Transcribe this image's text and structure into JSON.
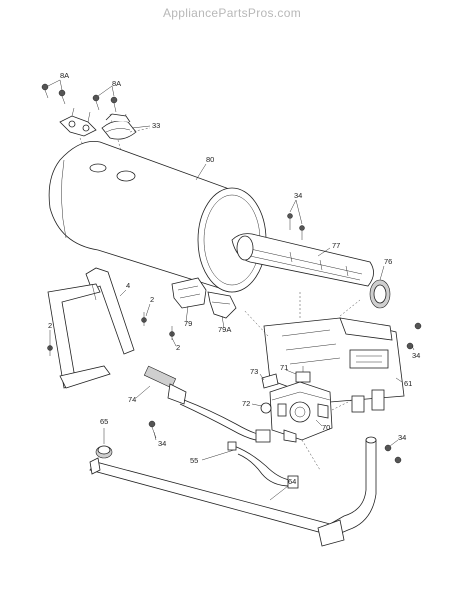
{
  "header": {
    "watermark": "AppliancePartsPros.com"
  },
  "labels": {
    "l_8A_left": "8A",
    "l_8A_right": "8A",
    "l_33": "33",
    "l_80": "80",
    "l_34_top": "34",
    "l_77": "77",
    "l_76": "76",
    "l_4": "4",
    "l_2_mid": "2",
    "l_2_left": "2",
    "l_2_low": "2",
    "l_79": "79",
    "l_79A": "79A",
    "l_34_right": "34",
    "l_61": "61",
    "l_73": "73",
    "l_71": "71",
    "l_72": "72",
    "l_70": "70",
    "l_74": "74",
    "l_34_mid": "34",
    "l_65": "65",
    "l_55": "55",
    "l_34_lowright": "34",
    "l_64": "64"
  }
}
